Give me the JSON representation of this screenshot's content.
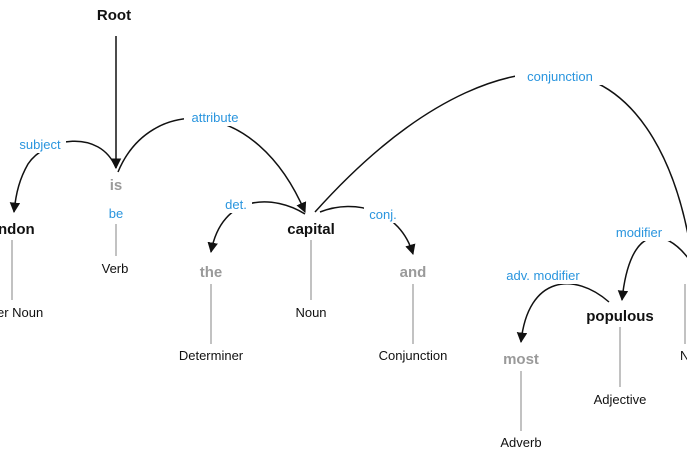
{
  "tokens": {
    "root": {
      "text": "Root"
    },
    "london": {
      "text": "ndon",
      "pos": "er Noun"
    },
    "is": {
      "text": "is",
      "lemma": "be",
      "pos": "Verb"
    },
    "the": {
      "text": "the",
      "pos": "Determiner"
    },
    "capital": {
      "text": "capital",
      "pos": "Noun"
    },
    "and": {
      "text": "and",
      "pos": "Conjunction"
    },
    "most": {
      "text": "most",
      "pos": "Adverb"
    },
    "populous": {
      "text": "populous",
      "pos": "Adjective"
    },
    "city_partial": {
      "pos": "N"
    }
  },
  "relations": {
    "subject": "subject",
    "attribute": "attribute",
    "det": "det.",
    "conj": "conj.",
    "conjunction": "conjunction",
    "modifier": "modifier",
    "adv_modifier": "adv. modifier"
  },
  "colors": {
    "relation": "#2a95de",
    "word": "#111111",
    "function_word": "#9a9a9a"
  }
}
